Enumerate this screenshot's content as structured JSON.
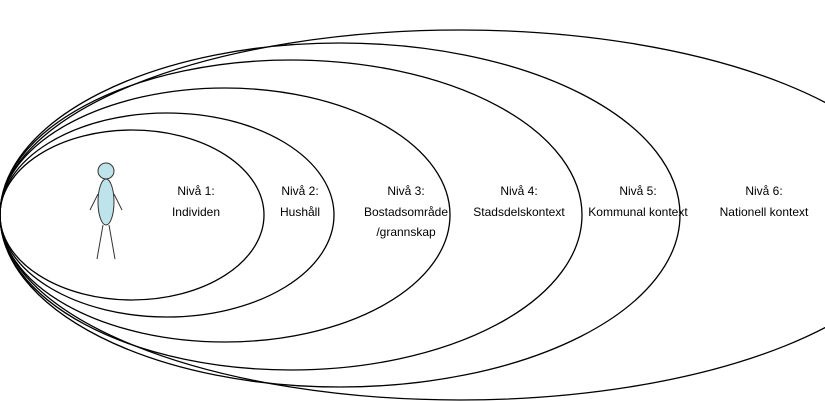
{
  "levels": [
    {
      "heading": "Nivå 1:",
      "lines": [
        "Individen"
      ]
    },
    {
      "heading": "Nivå 2:",
      "lines": [
        "Hushåll"
      ]
    },
    {
      "heading": "Nivå 3:",
      "lines": [
        "Bostadsområde",
        "/grannskap"
      ]
    },
    {
      "heading": "Nivå 4:",
      "lines": [
        "Stadsdelskontext"
      ]
    },
    {
      "heading": "Nivå 5:",
      "lines": [
        "Kommunal kontext"
      ]
    },
    {
      "heading": "Nivå 6:",
      "lines": [
        "Nationell kontext"
      ]
    }
  ],
  "colors": {
    "ring_stroke": "#000000",
    "figure_fill": "#bfe3ea",
    "figure_stroke": "#333333",
    "background": "#ffffff"
  },
  "icons": {
    "person": "person-icon"
  }
}
